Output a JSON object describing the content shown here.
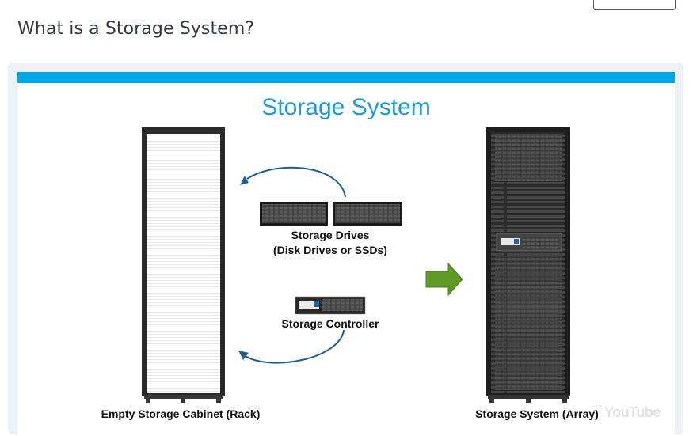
{
  "page": {
    "title": "What is a Storage System?"
  },
  "video": {
    "slide_title": "Storage System",
    "labels": {
      "storage_drives": "Storage Drives",
      "storage_drives_sub": "(Disk Drives or SSDs)",
      "storage_controller": "Storage Controller",
      "empty_cabinet": "Empty Storage Cabinet (Rack)",
      "storage_system": "Storage System (Array)"
    },
    "watermark": "YouTube"
  },
  "colors": {
    "accent_bar": "#00a7e6",
    "slide_title": "#1f9ad6",
    "arrow_green": "#5e9a27",
    "curve_blue": "#1f5f8b"
  },
  "icons": {
    "drives": "disk-shelf-icon",
    "controller": "controller-icon",
    "arrow": "right-arrow-icon",
    "rack_empty": "empty-rack-icon",
    "rack_full": "filled-rack-icon"
  }
}
